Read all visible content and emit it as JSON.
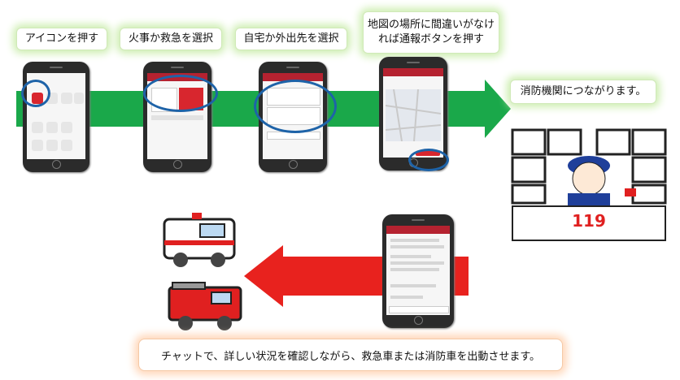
{
  "steps": [
    {
      "text": "アイコンを押す"
    },
    {
      "text": "火事か救急を選択"
    },
    {
      "text": "自宅か外出先を選択"
    },
    {
      "text": "地図の場所に間違いがなければ通報ボタンを押す"
    }
  ],
  "connected": "消防機関につながります。",
  "bottom": "チャットで、詳しい状況を確認しながら、救急車または消防車を出動させます。",
  "badge_119": "119",
  "colors": {
    "arrow_green": "#1aa84a",
    "arrow_red": "#e8221e",
    "ring_blue": "#1e63a8",
    "app_red": "#b52230"
  }
}
